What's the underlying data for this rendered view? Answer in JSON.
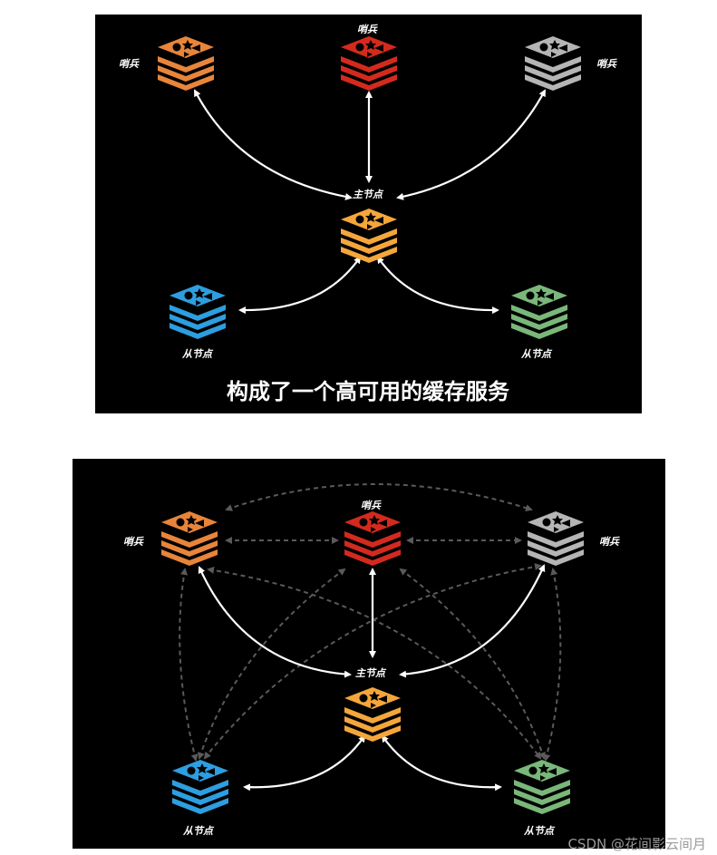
{
  "diagram1": {
    "labels": {
      "sentinel_left": "哨兵",
      "sentinel_top": "哨兵",
      "sentinel_right": "哨兵",
      "master": "主节点",
      "slave_left": "从节点",
      "slave_right": "从节点"
    },
    "caption": "构成了一个高可用的缓存服务"
  },
  "diagram2": {
    "labels": {
      "sentinel_left": "哨兵",
      "sentinel_top": "哨兵",
      "sentinel_right": "哨兵",
      "master": "主节点",
      "slave_left": "从节点",
      "slave_right": "从节点"
    }
  },
  "colors": {
    "sentinel_left": "#e8853a",
    "sentinel_top": "#d42a1e",
    "sentinel_right": "#b5b5b5",
    "master": "#f5a63b",
    "slave_left": "#2d9ee0",
    "slave_right": "#7ab77a",
    "solid_arrow": "#ffffff",
    "dashed_arrow": "#5a5a5a"
  },
  "icons": [
    "redis-icon"
  ],
  "watermark": "CSDN @花间影云间月"
}
